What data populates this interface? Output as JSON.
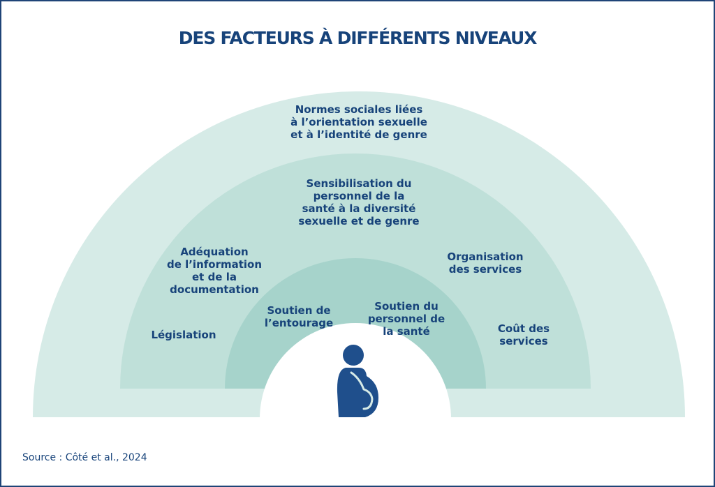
{
  "title": "DES FACTEURS À DIFFÉRENTS NIVEAUX",
  "source": "Source : Côté et al., 2024",
  "colors": {
    "outer_ring": "#d6ebe7",
    "middle_ring": "#bfe0d9",
    "inner_ring": "#a6d3cb",
    "text": "#17437a",
    "figure": "#1f4f8c"
  },
  "icons": {
    "person": "pregnant-person-icon"
  },
  "rings": {
    "outer": {
      "labels": {
        "top": "Normes sociales liées\nà l’orientation sexuelle\net à l’identité de genre",
        "left": "Législation",
        "right": "Coût des\nservices"
      }
    },
    "middle": {
      "labels": {
        "top": "Sensibilisation du\npersonnel de la\nsanté à la diversité\nsexuelle et de genre",
        "left": "Adéquation\nde l’information\net de la\ndocumentation",
        "right": "Organisation\ndes services"
      }
    },
    "inner": {
      "labels": {
        "left": "Soutien de\nl’entourage",
        "right": "Soutien du\npersonnel de\nla santé"
      }
    }
  }
}
